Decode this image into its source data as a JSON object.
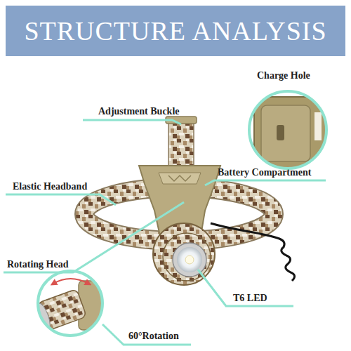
{
  "diagram": {
    "title": "STRUCTURE ANALYSIS",
    "labels": [
      "Charge Hole",
      "Adjustment Buckle",
      "Battery Compartment",
      "Elastic Headband",
      "Rotating Head",
      "T6 LED",
      "60°Rotation"
    ]
  }
}
